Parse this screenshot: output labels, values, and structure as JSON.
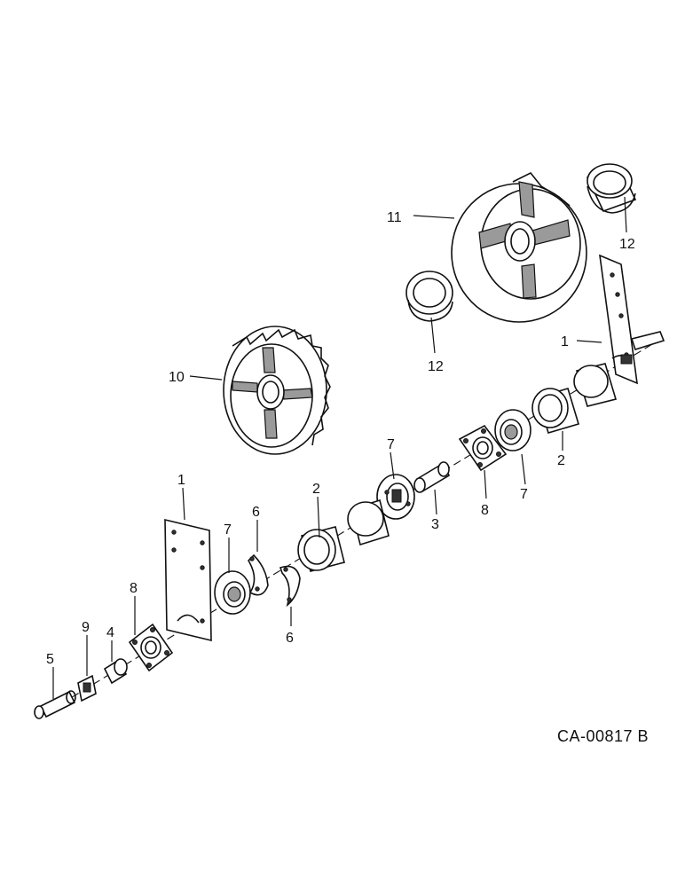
{
  "callouts": {
    "c1_left": "1",
    "c1_right": "1",
    "c2_mid": "2",
    "c2_right": "2",
    "c3": "3",
    "c4": "4",
    "c5": "5",
    "c6_top": "6",
    "c6_bottom": "6",
    "c7_left": "7",
    "c7_mid": "7",
    "c7_right": "7",
    "c8_left": "8",
    "c8_right": "8",
    "c9": "9",
    "c10": "10",
    "c11": "11",
    "c12_upper": "12",
    "c12_lower": "12"
  },
  "drawing_code": "CA-00817 B"
}
